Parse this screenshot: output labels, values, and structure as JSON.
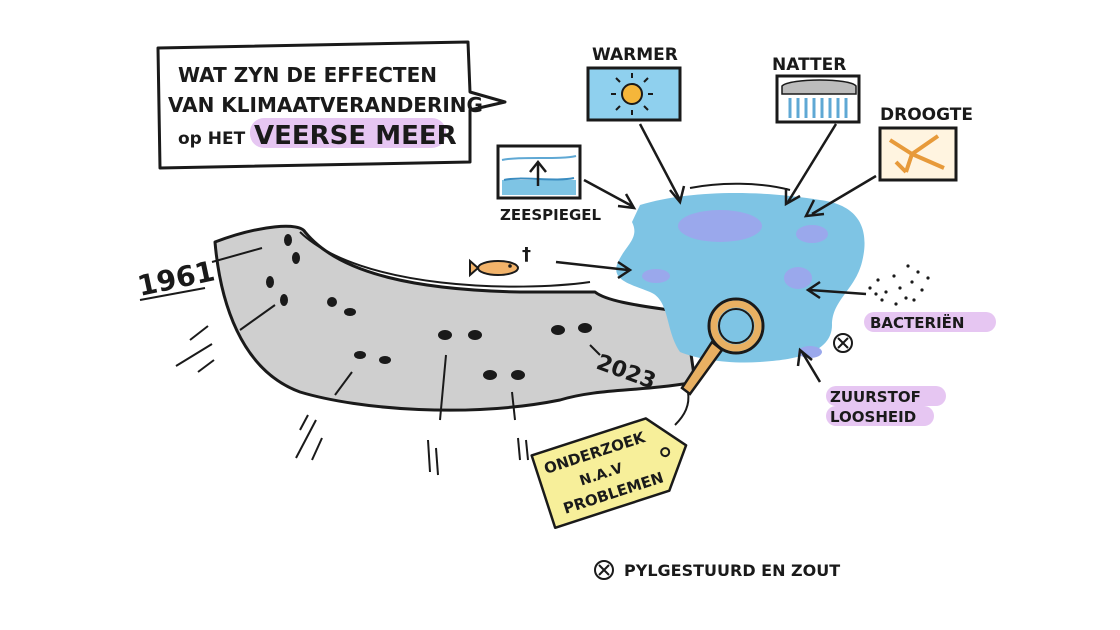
{
  "title": {
    "line1": "WAT ZYN DE EFFECTEN",
    "line2": "VAN KLIMAATVERANDERING",
    "line3_prefix": "op HET",
    "line3_highlight": "VEERSE MEER"
  },
  "climate_labels": {
    "warmer": "WARMER",
    "natter": "NATTER",
    "droogte": "DROOGTE",
    "zeespiegel": "ZEESPIEGEL"
  },
  "timeline": {
    "start_year": "1961",
    "end_year": "2023"
  },
  "labels": {
    "bacterien": "BACTERIËN",
    "zuurstof_line1": "ZUURSTOF",
    "zuurstof_line2": "LOOSHEID",
    "onderzoek_line1": "ONDERZOEK",
    "onderzoek_line2": "N.A.V",
    "onderzoek_line3": "PROBLEMEN",
    "dead_fish_mark": "†"
  },
  "footnote": {
    "symbol": "⊗",
    "text": "PYLGESTUURD EN ZOUT"
  },
  "colors": {
    "water": "#7ec4e4",
    "water_dark": "#9aa8ec",
    "road": "#cfcfcf",
    "highlight": "#e6c6f2",
    "tag": "#f7ef9a",
    "sun": "#f5b63a",
    "glass": "#e8b062"
  }
}
